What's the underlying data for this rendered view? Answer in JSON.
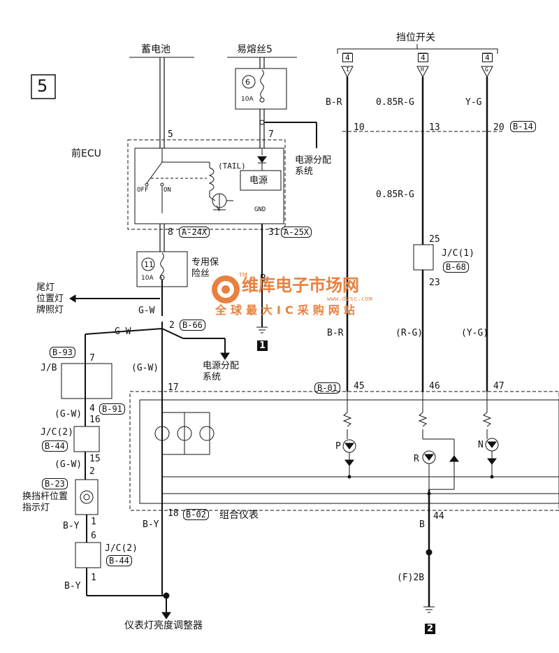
{
  "page_number": "5",
  "sources": {
    "battery": "蓄电池",
    "fusible_link": "易熔丝5",
    "shift_switch": "挡位开关"
  },
  "fuse_top": {
    "num": "6",
    "rating": "10A"
  },
  "fuse_dedicated": {
    "num": "11",
    "rating": "10A",
    "label": "专用保险丝"
  },
  "front_ecu": {
    "label": "前ECU",
    "tail": "(TAIL)",
    "off": "OFF",
    "on": "ON",
    "power": "电源",
    "gnd": "GND"
  },
  "pins": {
    "p5": "5",
    "p7": "7",
    "p8": "8",
    "p31": "31",
    "p2": "2",
    "p7b": "7",
    "p17": "17",
    "p16": "16",
    "p15": "15",
    "p2b": "2",
    "p1": "1",
    "p6": "6",
    "p1b": "1",
    "p4": "4",
    "p18": "18",
    "p10": "10",
    "p13": "13",
    "p20": "20",
    "p25": "25",
    "p23": "23",
    "p45": "45",
    "p46": "46",
    "p47": "47",
    "p44": "44"
  },
  "connectors": {
    "a24": "A-24X",
    "a25": "A-25X",
    "b66": "B-66",
    "b93": "B-93",
    "b91": "B-91",
    "b44a": "B-44",
    "b23": "B-23",
    "b44b": "B-44",
    "b02": "B-02",
    "b01": "B-01",
    "b14": "B-14",
    "b68": "B-68",
    "f2b": "(F)2B"
  },
  "wires": {
    "b_ecu": "B",
    "gw1": "G-W",
    "gw2": "G-W",
    "gw3": "(G-W)",
    "gw4": "(G-W)",
    "gw5": "(G-W)",
    "by1": "B-Y",
    "by2": "B-Y",
    "by3": "B-Y",
    "br_top": "B-R",
    "rg_top": "0.85R-G",
    "yg_top": "Y-G",
    "rg_mid": "0.85R-G",
    "br_low": "B-R",
    "rg_low": "(R-G)",
    "yg_low": "(Y-G)",
    "b_low": "B"
  },
  "switch_terms": {
    "pos1": "I",
    "pos2": "H",
    "pos3": "G",
    "conn": "4"
  },
  "labels": {
    "tail_lamps": "尾灯\n位置灯\n牌照灯",
    "power_dist_1": "电源分配\n系统",
    "power_dist_2": "电源分配\n系统",
    "jb": "J/B",
    "jc2a": "J/C(2)",
    "jc2b": "J/C(2)",
    "jc1": "J/C(1)",
    "lever_lamp": "换挡杆位置\n指示灯",
    "meter": "组合仪表",
    "dimmer": "仪表灯亮度调整器",
    "led_p": "P",
    "led_r": "R",
    "led_n": "N"
  },
  "grounds": {
    "g1": "1",
    "g2": "2"
  },
  "watermark": {
    "brand": "维库电子市场网",
    "url": "www.dzsc.com",
    "slogan": "全球最大IC采购网站",
    "tm": "TM"
  }
}
